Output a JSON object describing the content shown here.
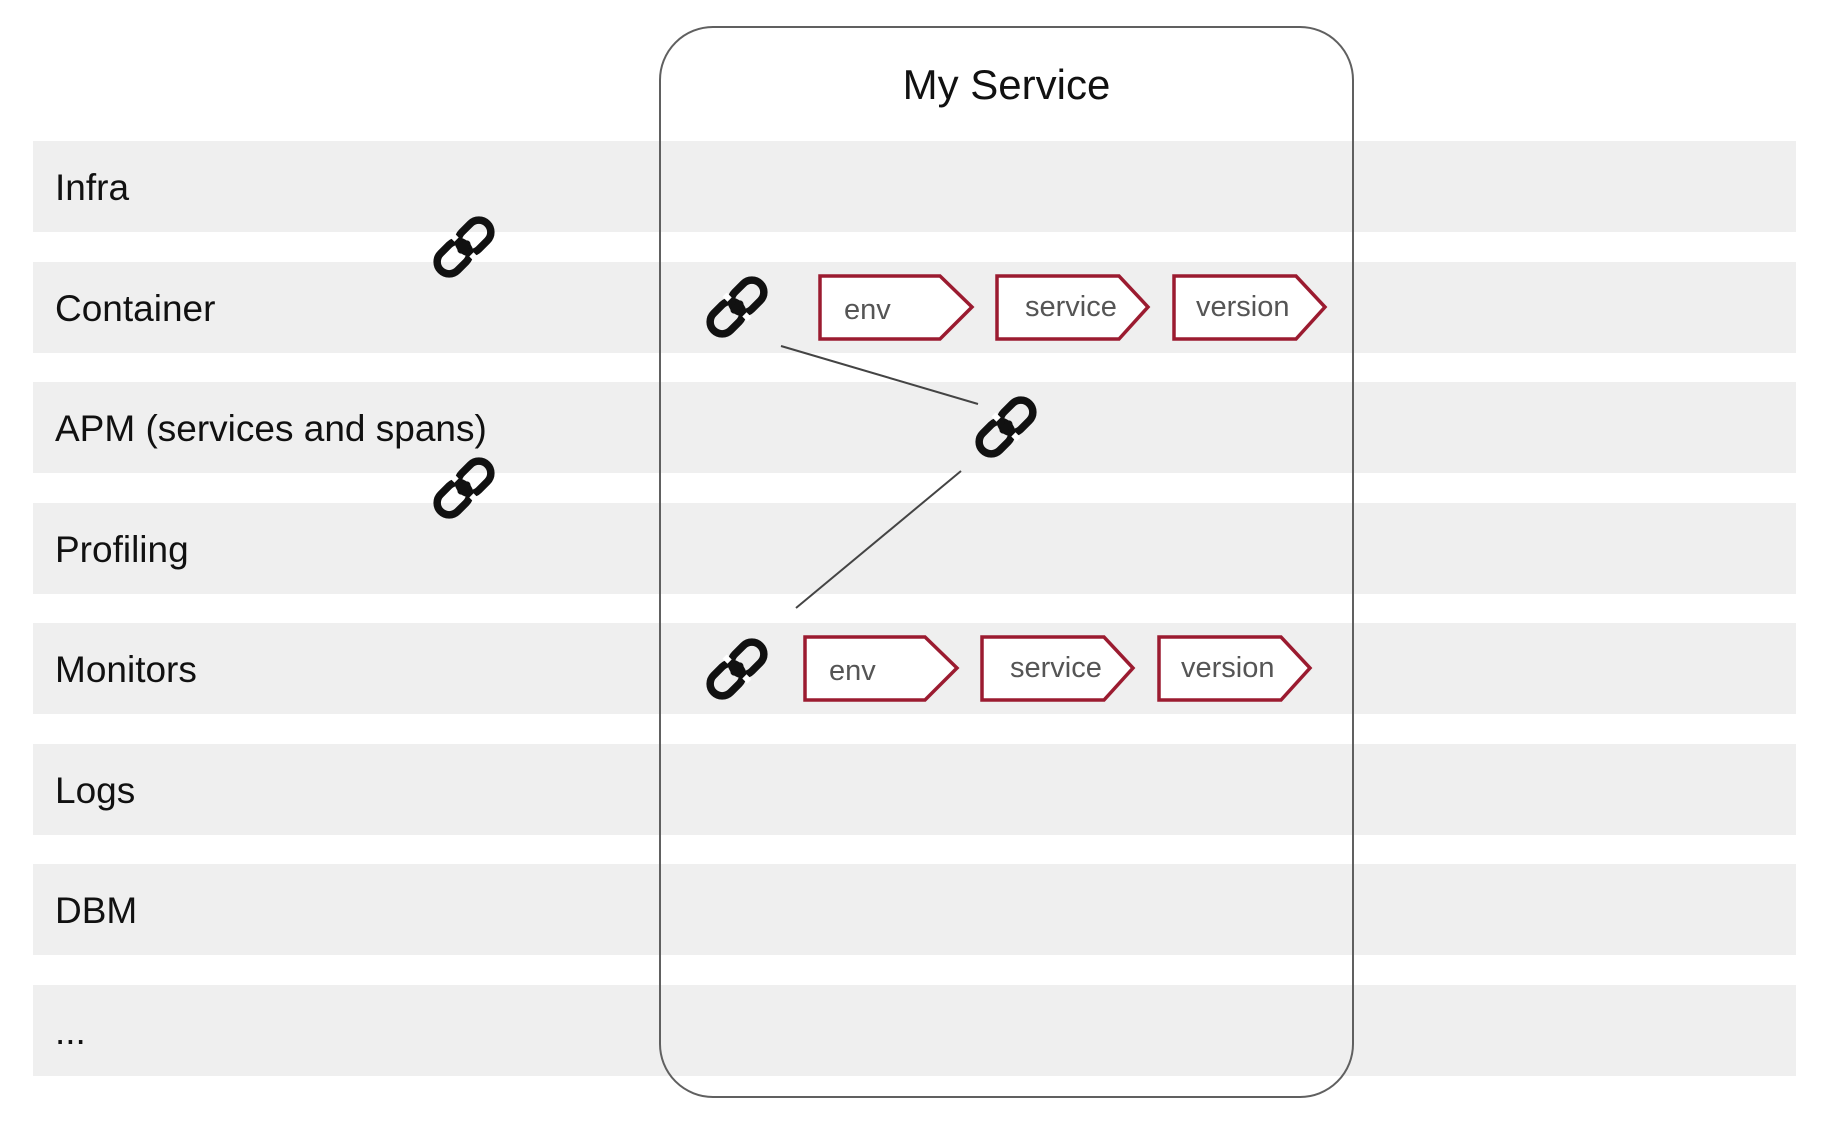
{
  "service": {
    "title": "My Service"
  },
  "layers": [
    {
      "label": "Infra"
    },
    {
      "label": "Container"
    },
    {
      "label": "APM (services and spans)"
    },
    {
      "label": "Profiling"
    },
    {
      "label": "Monitors"
    },
    {
      "label": "Logs"
    },
    {
      "label": "DBM"
    },
    {
      "label": "..."
    }
  ],
  "tag_rows": [
    {
      "tags": [
        "env",
        "service",
        "version"
      ]
    },
    {
      "tags": [
        "env",
        "service",
        "version"
      ]
    }
  ],
  "colors": {
    "band": "#efefef",
    "tag_border": "#9b1b30",
    "box_border": "#606060",
    "link_icon": "#111111"
  },
  "icons": {
    "link": "link-icon"
  }
}
